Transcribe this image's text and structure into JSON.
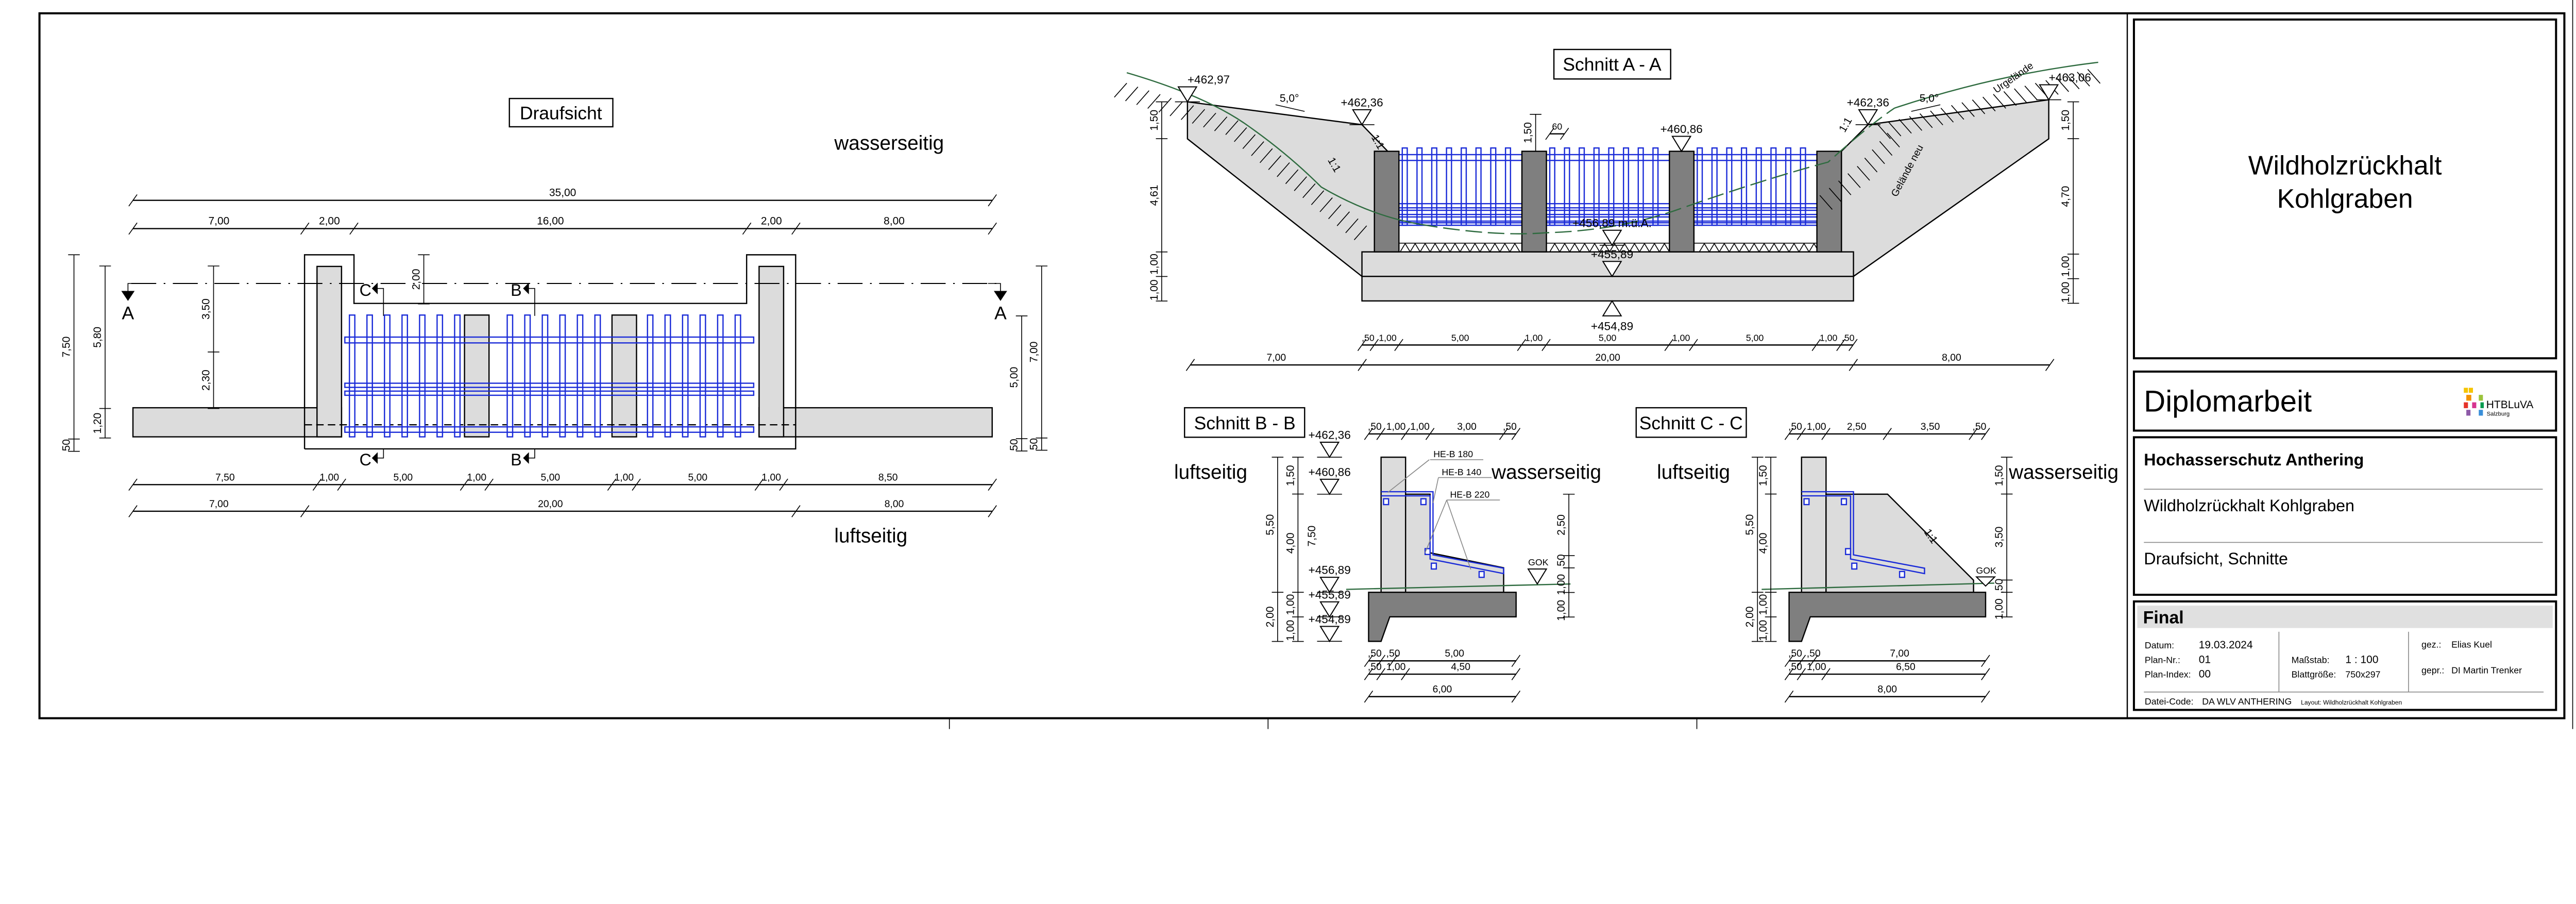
{
  "draufsicht": {
    "title": "Draufsicht",
    "wasserseitig": "wasserseitig",
    "luftseitig": "luftseitig",
    "marks": {
      "a": "A",
      "b": "B",
      "c": "C"
    },
    "dims": {
      "total": [
        "35,00"
      ],
      "top_row": [
        "7,00",
        "2,00",
        "16,00",
        "2,00",
        "8,00"
      ],
      "bottom_row1": [
        "7,50",
        "1,00",
        "5,00",
        "1,00",
        "5,00",
        "1,00",
        "5,00",
        "1,00",
        "8,50"
      ],
      "bottom_row2": [
        "7,00",
        "20,00",
        "8,00"
      ],
      "left_outer": [
        "7,50",
        "50"
      ],
      "left_mid": [
        "5,80",
        "1,20"
      ],
      "left_inner": [
        "3,50",
        "2,30"
      ],
      "recess": [
        "2,00"
      ],
      "right_inner": [
        "5,00",
        "50"
      ],
      "right_outer": [
        "7,00",
        "50"
      ]
    }
  },
  "schnitt_aa": {
    "title": "Schnitt A - A",
    "elevations": {
      "left_top": "+462,97",
      "left_crest": "+462,36",
      "right_crest": "+462,36",
      "right_top": "+463,06",
      "column_top": "+460,86",
      "channel": "+456,89 m.ü.A.",
      "slab": "+455,89",
      "base": "+454,89"
    },
    "slope_left": "5,0°",
    "slope_right": "5,0°",
    "ratio_1": "1:1",
    "ratio_2": "1:1",
    "ratio_3": "1:1",
    "urgelaende": "Urgelände",
    "gelaende_neu": "Gelände neu",
    "bar_spacing": [
      "60"
    ],
    "column_height": [
      "1,50"
    ],
    "dims": {
      "row1": [
        ",50",
        "1,00",
        "5,00",
        "1,00",
        "5,00",
        "1,00",
        "5,00",
        "1,00",
        ",50"
      ],
      "row2": [
        "7,00",
        "20,00",
        "8,00"
      ],
      "left": [
        "1,50",
        "4,61",
        "1,00",
        "1,00"
      ],
      "right": [
        "1,50",
        "4,70",
        "1,00",
        "1,00"
      ]
    }
  },
  "schnitt_bb": {
    "title": "Schnitt B - B",
    "luftseitig": "luftseitig",
    "wasserseitig": "wasserseitig",
    "elevations": [
      "+462,36",
      "+460,86",
      "+456,89",
      "+455,89",
      "+454,89"
    ],
    "beams": [
      "HE-B 180",
      "HE-B 140",
      "HE-B 220"
    ],
    "gok": "GOK",
    "overlap_dim": "7,50",
    "dims": {
      "top": [
        ",50",
        "1,00",
        "1,00",
        "3,00",
        ",50"
      ],
      "bottom1": [
        ",50",
        ",50",
        "5,00"
      ],
      "bottom2": [
        ",50",
        "1,00",
        "4,50"
      ],
      "bottom3": [
        "6,00"
      ],
      "left_outer": [
        "5,50",
        "2,00"
      ],
      "left_inner": [
        "1,50",
        "4,00",
        "1,00",
        "1,00"
      ],
      "right": [
        "2,50",
        ",50",
        "1,00",
        "1,00"
      ]
    }
  },
  "schnitt_cc": {
    "title": "Schnitt C - C",
    "luftseitig": "luftseitig",
    "wasserseitig": "wasserseitig",
    "ratio": "1:1",
    "gok": "GOK",
    "dims": {
      "top": [
        ",50",
        "1,00",
        "2,50",
        "3,50",
        ",50"
      ],
      "bottom1": [
        ",50",
        ",50",
        "7,00"
      ],
      "bottom2": [
        ",50",
        "1,00",
        "6,50"
      ],
      "bottom3": [
        "8,00"
      ],
      "left_outer": [
        "5,50",
        "2,00"
      ],
      "left_inner": [
        "1,50",
        "4,00",
        "1,00",
        "1,00"
      ],
      "right": [
        "1,50",
        "3,50",
        ",50",
        "1,00"
      ]
    }
  },
  "title_block": {
    "drawing_title_1": "Wildholzrückhalt",
    "drawing_title_2": "Kohlgraben",
    "diplomarbeit": "Diplomarbeit",
    "logo_text": "HTBLuVA",
    "logo_sub": "Salzburg",
    "project": "Hochasserschutz Anthering",
    "subject": "Wildholzrückhalt Kohlgraben",
    "content": "Draufsicht, Schnitte",
    "status": "Final",
    "datum_label": "Datum:",
    "datum": "19.03.2024",
    "plan_nr_label": "Plan-Nr.:",
    "plan_nr": "01",
    "plan_index_label": "Plan-Index:",
    "plan_index": "00",
    "massstab_label": "Maßstab:",
    "massstab": "1 : 100",
    "blatt_label": "Blattgröße:",
    "blatt": "750x297",
    "gez_label": "gez.:",
    "gez": "Elias Kuel",
    "gepr_label": "gepr.:",
    "gepr": "DI Martin Trenker",
    "datei_label": "Datei-Code:",
    "datei": "DA WLV ANTHERING",
    "layout": "Layout: Wildholzrückhalt Kohlgraben"
  },
  "colors": {
    "steel": "#1a2bd8",
    "terrain": "#2e6b3f",
    "concrete": "#dcdcdc",
    "foundation": "#7f7f7f"
  }
}
